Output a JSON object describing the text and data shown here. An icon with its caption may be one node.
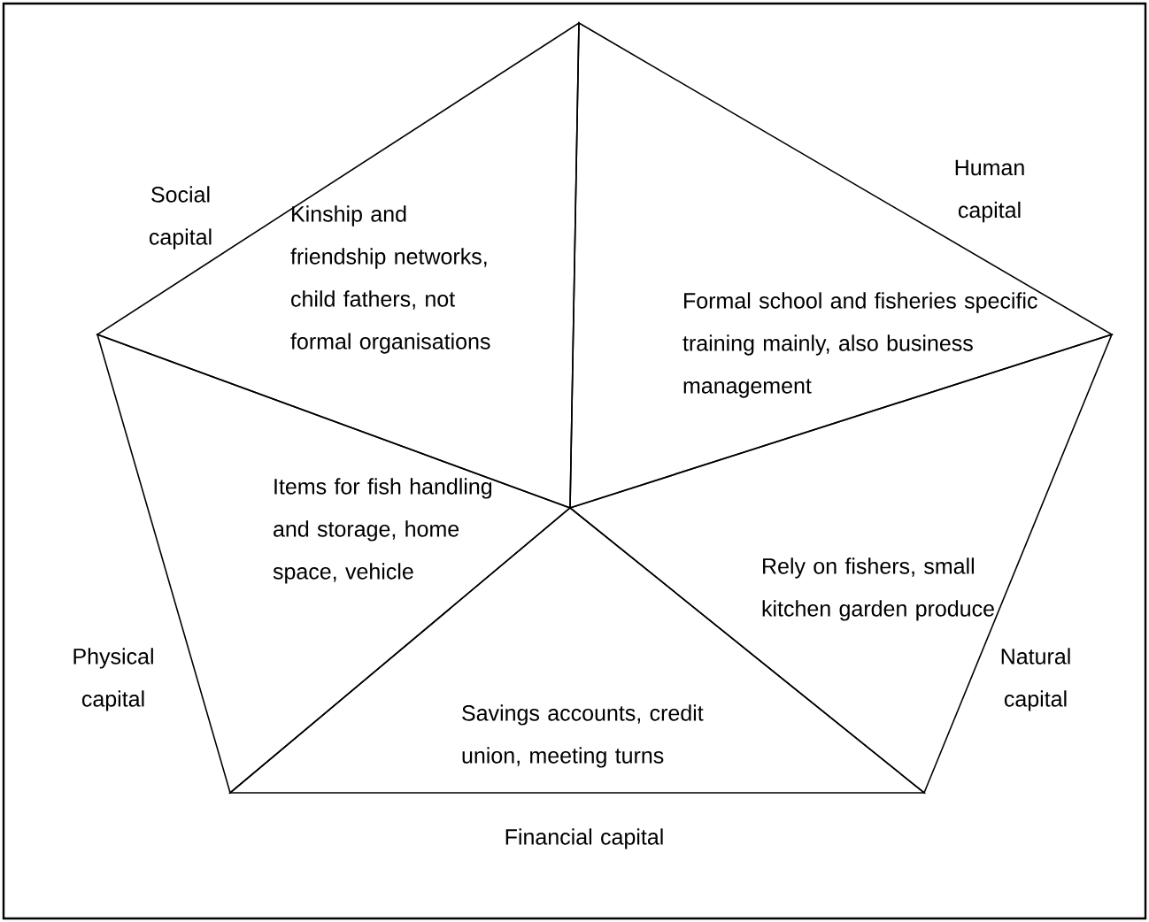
{
  "diagram": {
    "nodes": [
      {
        "text": [
          "Kinship and friendship networks, child fathers, not formal organisations"
        ],
        "beside": [
          "Social capital"
        ]
      },
      {
        "text": [
          "Formal school and fisheries specific training mainly, also business management"
        ],
        "beside": [
          "Human capital"
        ]
      },
      {
        "text": [
          "Items for fish handling and storage, home space,  vehicle"
        ],
        "beside": [
          "Physical capital"
        ]
      },
      {
        "text": [
          "Rely on fishers, small kitchen garden produce"
        ],
        "beside": [
          "Natural capital"
        ]
      },
      {
        "text": [
          "Savings accounts, credit union, meeting turns"
        ],
        "beside": [
          "Financial capital"
        ]
      }
    ]
  }
}
